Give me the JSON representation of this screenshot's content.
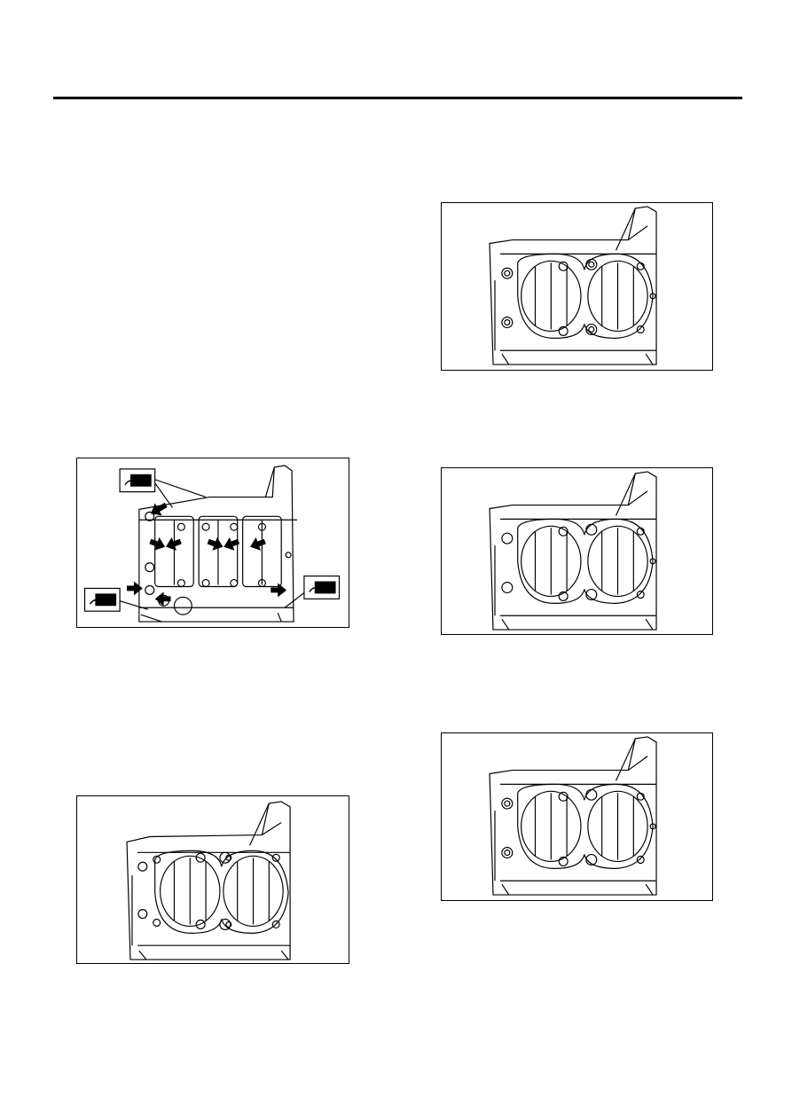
{
  "page": {
    "figures": [
      {
        "id": "fig-a",
        "icon": "liquid-gasket-icon",
        "callouts": 3,
        "arrows": 9
      },
      {
        "id": "fig-b",
        "icon": "cylinder-block-icon"
      },
      {
        "id": "fig-c",
        "icon": "cylinder-block-icon"
      },
      {
        "id": "fig-d",
        "icon": "cylinder-block-icon"
      },
      {
        "id": "fig-e",
        "icon": "cylinder-block-icon"
      }
    ]
  },
  "colors": {
    "line": "#000000",
    "paper": "#ffffff"
  }
}
